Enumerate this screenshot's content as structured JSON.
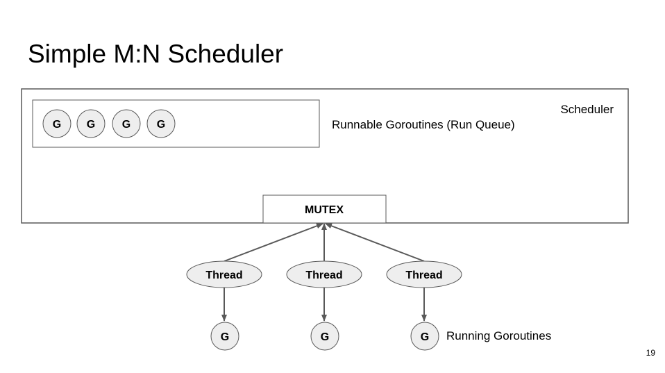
{
  "slide": {
    "title": "Simple M:N Scheduler",
    "page_number": "19"
  },
  "diagram": {
    "scheduler_label": "Scheduler",
    "run_queue_label": "Runnable Goroutines (Run Queue)",
    "mutex_label": "MUTEX",
    "running_label": "Running Goroutines",
    "queued_goroutines": [
      "G",
      "G",
      "G",
      "G"
    ],
    "threads": [
      {
        "label": "Thread",
        "goroutine": "G"
      },
      {
        "label": "Thread",
        "goroutine": "G"
      },
      {
        "label": "Thread",
        "goroutine": "G"
      }
    ]
  },
  "colors": {
    "stroke": "#595959",
    "node_fill": "#eeeeee",
    "arrow": "#595959",
    "text": "#000000"
  }
}
